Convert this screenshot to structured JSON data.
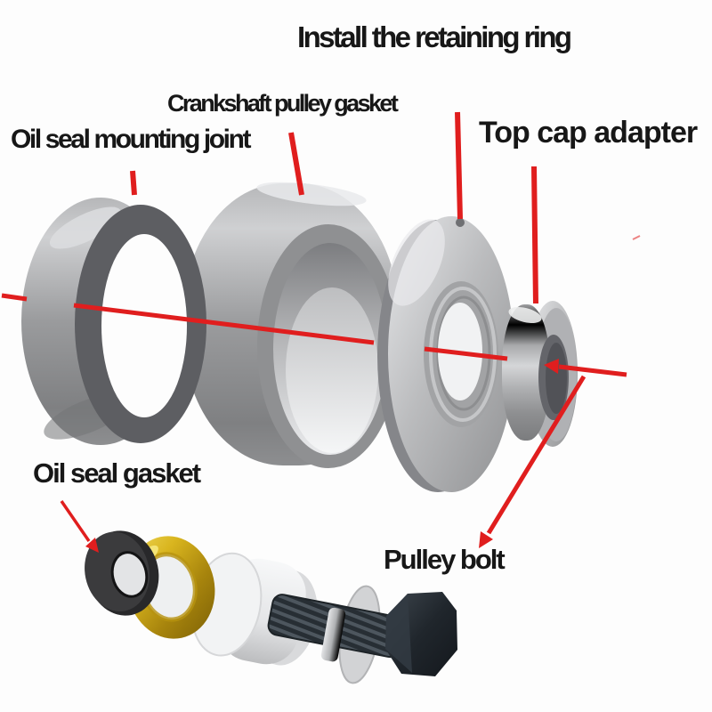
{
  "diagram": {
    "type": "exploded-assembly-diagram",
    "subject": "crankshaft pulley installation",
    "labels": {
      "install_retaining_ring": "Install the retaining ring",
      "crankshaft_pulley_gasket": "Crankshaft pulley gasket",
      "oil_seal_mounting_joint": "Oil seal mounting joint",
      "top_cap_adapter": "Top cap adapter",
      "oil_seal_gasket": "Oil seal gasket",
      "pulley_bolt": "Pulley bolt"
    },
    "connections": [
      {
        "label": "Install the retaining ring",
        "points_to": "retaining ring disc"
      },
      {
        "label": "Crankshaft pulley gasket",
        "points_to": "large cylinder spacer"
      },
      {
        "label": "Oil seal mounting joint",
        "points_to": "left metal ring"
      },
      {
        "label": "Top cap adapter",
        "points_to": "small flanged adapter"
      },
      {
        "label": "Oil seal gasket",
        "points_to": "black rubber ring"
      },
      {
        "label": "Pulley bolt",
        "points_to": "threaded bolt with hex head"
      }
    ],
    "colors": {
      "pointer_red": "#e01e1e",
      "text": "#171717",
      "background": "#fdfdfd",
      "metal_light": "#d6d7d9",
      "metal_mid": "#a0a1a3",
      "metal_dark": "#5d5e62",
      "gasket_black": "#28282a",
      "gasket_gold": "#d2ae1c",
      "pulley_white": "#f2f3f4",
      "bolt_dark": "#23282d"
    }
  }
}
